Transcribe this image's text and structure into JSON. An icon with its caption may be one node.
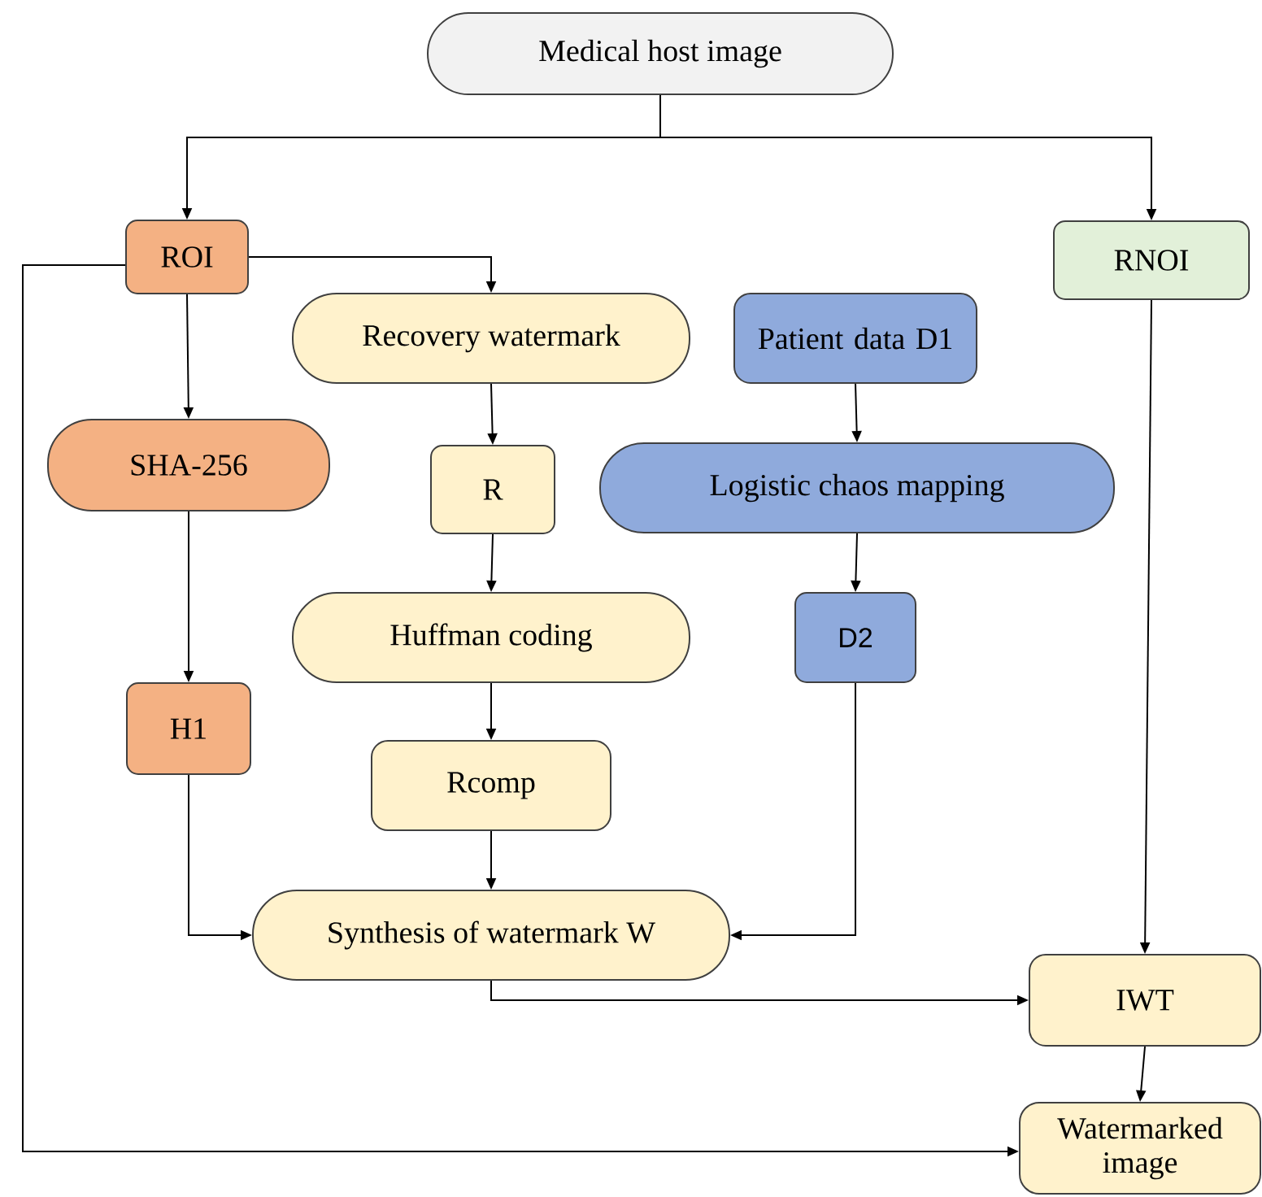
{
  "diagram": {
    "nodes": [
      {
        "text": [
          "Medical host image"
        ]
      },
      {
        "text": [
          "ROI"
        ]
      },
      {
        "text": [
          "RNOI"
        ]
      },
      {
        "text": [
          "Recovery watermark"
        ]
      },
      {
        "text": [
          "Patient data D1"
        ]
      },
      {
        "text": [
          "SHA-256"
        ]
      },
      {
        "text": [
          "R"
        ]
      },
      {
        "text": [
          "Logistic chaos mapping"
        ]
      },
      {
        "text": [
          "Huffman coding"
        ]
      },
      {
        "text": [
          "D2"
        ]
      },
      {
        "text": [
          "H1"
        ]
      },
      {
        "text": [
          "Rcomp"
        ]
      },
      {
        "text": [
          "Synthesis of watermark W"
        ]
      },
      {
        "text": [
          "IWT"
        ]
      },
      {
        "text": [
          "Watermarked image"
        ]
      }
    ],
    "edges": [
      {
        "from": 0,
        "to": 1,
        "arrow": "to"
      },
      {
        "from": 0,
        "to": 2,
        "arrow": "to"
      },
      {
        "from": 1,
        "to": 3,
        "arrow": "to"
      },
      {
        "from": 1,
        "to": 5,
        "arrow": "to"
      },
      {
        "from": 1,
        "to": 14,
        "arrow": "to"
      },
      {
        "from": 2,
        "to": 13,
        "arrow": "to"
      },
      {
        "from": 3,
        "to": 6,
        "arrow": "to"
      },
      {
        "from": 6,
        "to": 8,
        "arrow": "to"
      },
      {
        "from": 8,
        "to": 11,
        "arrow": "to"
      },
      {
        "from": 11,
        "to": 12,
        "arrow": "to"
      },
      {
        "from": 4,
        "to": 7,
        "arrow": "to"
      },
      {
        "from": 7,
        "to": 9,
        "arrow": "to"
      },
      {
        "from": 5,
        "to": 10,
        "arrow": "to"
      },
      {
        "from": 10,
        "to": 12,
        "arrow": "to"
      },
      {
        "from": 9,
        "to": 12,
        "arrow": "to"
      },
      {
        "from": 12,
        "to": 13,
        "arrow": "to"
      },
      {
        "from": 13,
        "to": 14,
        "arrow": "to"
      }
    ]
  }
}
